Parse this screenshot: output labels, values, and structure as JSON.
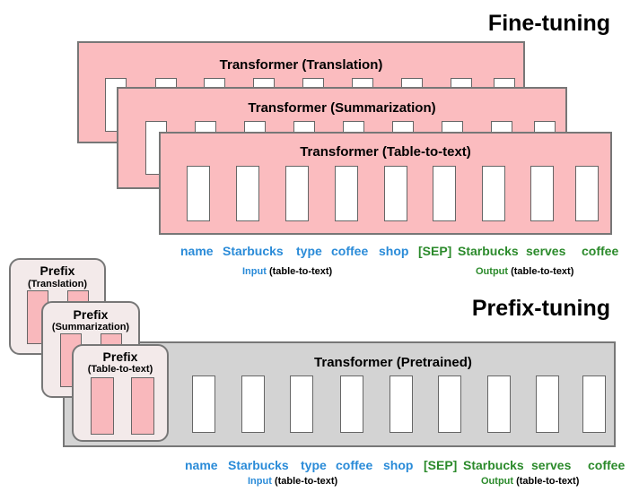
{
  "fine_tuning": {
    "title": "Fine-tuning",
    "panels": [
      {
        "title": "Transformer (Translation)"
      },
      {
        "title": "Transformer (Summarization)"
      },
      {
        "title": "Transformer (Table-to-text)"
      }
    ],
    "input_tokens": [
      "name",
      "Starbucks",
      "type",
      "coffee",
      "shop"
    ],
    "output_tokens": [
      "[SEP]",
      "Starbucks",
      "serves",
      "coffee"
    ],
    "input_caption": {
      "label": "Input",
      "detail": "(table-to-text)"
    },
    "output_caption": {
      "label": "Output",
      "detail": "(table-to-text)"
    }
  },
  "prefix_tuning": {
    "title": "Prefix-tuning",
    "transformer_title": "Transformer  (Pretrained)",
    "prefixes": [
      {
        "title": "Prefix",
        "subtitle": "(Translation)"
      },
      {
        "title": "Prefix",
        "subtitle": "(Summarization)"
      },
      {
        "title": "Prefix",
        "subtitle": "(Table-to-text)"
      }
    ],
    "input_tokens": [
      "name",
      "Starbucks",
      "type",
      "coffee",
      "shop"
    ],
    "output_tokens": [
      "[SEP]",
      "Starbucks",
      "serves",
      "coffee"
    ],
    "input_caption": {
      "label": "Input",
      "detail": "(table-to-text)"
    },
    "output_caption": {
      "label": "Output",
      "detail": "(table-to-text)"
    }
  },
  "colors": {
    "finetune_panel": "#fbbcbf",
    "pretrained_panel": "#d3d3d3",
    "prefix_box": "#f3eaea",
    "input_token": "#2a8bd8",
    "output_token": "#2b8a2b"
  }
}
